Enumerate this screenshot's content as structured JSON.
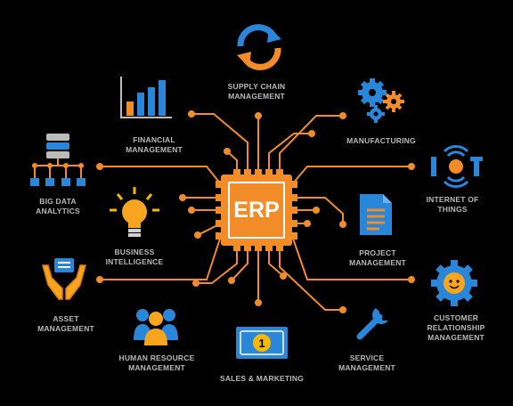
{
  "center": {
    "label": "ERP"
  },
  "modules": {
    "supply_chain": [
      "SUPPLY CHAIN",
      "MANAGEMENT"
    ],
    "financial": [
      "FINANCIAL",
      "MANAGEMENT"
    ],
    "manufacturing": [
      "MANUFACTURING"
    ],
    "big_data": [
      "BIG DATA",
      "ANALYTICS"
    ],
    "iot": [
      "INTERNET OF",
      "THINGS"
    ],
    "business_intelligence": [
      "BUSINESS",
      "INTELLIGENCE"
    ],
    "project": [
      "PROJECT",
      "MANAGEMENT"
    ],
    "asset": [
      "ASSET",
      "MANAGEMENT"
    ],
    "customer_relationship": [
      "CUSTOMER",
      "RELATIONSHIP",
      "MANAGEMENT"
    ],
    "human_resource": [
      "HUMAN RESOURCE",
      "MANAGEMENT"
    ],
    "sales_marketing": [
      "SALES & MARKETING"
    ],
    "service": [
      "SERVICE",
      "MANAGEMENT"
    ]
  },
  "icons": {
    "iot_text": "I  T",
    "sales_badge": "1"
  },
  "colors": {
    "background": "#000000",
    "wire": "#f28c28",
    "chip": "#f28c28",
    "icon_blue": "#2a86d8",
    "icon_orange": "#f28c28",
    "label": "#b9b9b9"
  }
}
